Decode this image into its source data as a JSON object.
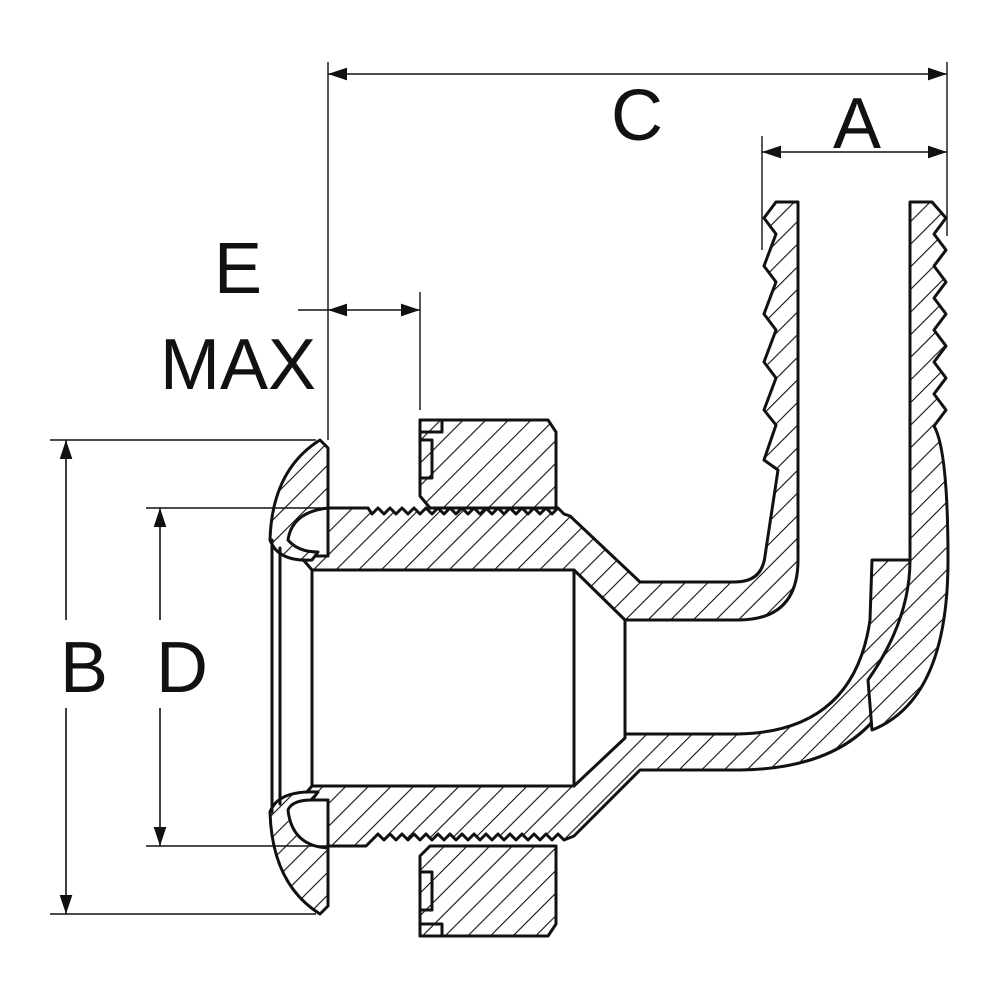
{
  "diagram": {
    "labels": {
      "a": "A",
      "b": "B",
      "c": "C",
      "d": "D",
      "e": "E",
      "max": "MAX"
    },
    "colors": {
      "ink": "#111111",
      "background": "#ffffff"
    }
  }
}
